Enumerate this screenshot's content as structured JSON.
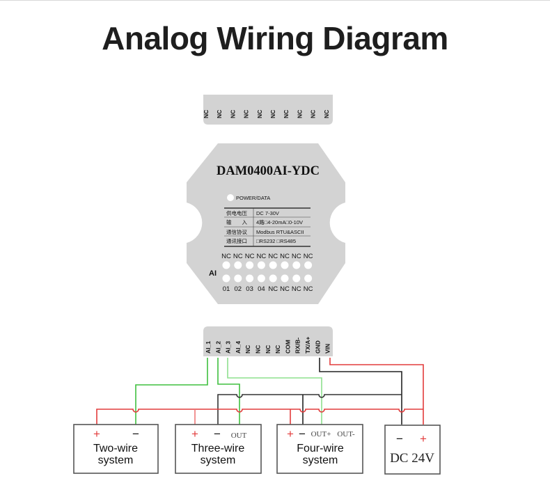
{
  "title": "Analog Wiring Diagram",
  "top_terminal": {
    "labels": [
      "NC",
      "NC",
      "NC",
      "NC",
      "NC",
      "NC",
      "NC",
      "NC",
      "NC",
      "NC"
    ]
  },
  "module": {
    "model": "DAM0400AI-YDC",
    "led_label": "POWER/DATA",
    "spec_table": [
      {
        "key": "供电电压",
        "value": "DC 7-30V"
      },
      {
        "key": "输　　入",
        "value": "4路□4-20mA□0-10V"
      },
      {
        "key": "通信协议",
        "value": "Modbus RTU&ASCII"
      },
      {
        "key": "通讯接口",
        "value": "□RS232 □RS485"
      }
    ],
    "ai_label": "AI",
    "top_pins": [
      "NC",
      "NC",
      "NC",
      "NC",
      "NC",
      "NC",
      "NC",
      "NC"
    ],
    "bottom_pins": [
      "01",
      "02",
      "03",
      "04",
      "NC",
      "NC",
      "NC",
      "NC"
    ]
  },
  "bottom_terminal": {
    "labels": [
      "AI_1",
      "AI_2",
      "AI_3",
      "AI_4",
      "NC",
      "NC",
      "NC",
      "NC",
      "COM",
      "RX/B-",
      "TX/A+",
      "GND",
      "VIN"
    ]
  },
  "devices": [
    {
      "name": "two-wire",
      "line1": "Two-wire",
      "line2": "system",
      "terminals": [
        "+",
        "−"
      ]
    },
    {
      "name": "three-wire",
      "line1": "Three-wire",
      "line2": "system",
      "terminals": [
        "+",
        "−",
        "OUT"
      ]
    },
    {
      "name": "four-wire",
      "line1": "Four-wire",
      "line2": "system",
      "terminals": [
        "+",
        "−",
        "OUT+",
        "OUT-"
      ]
    }
  ],
  "power": {
    "label": "DC 24V",
    "terminals": [
      "−",
      "+"
    ]
  },
  "colors": {
    "wire_red": "#e23b3b",
    "wire_green_dark": "#3fbf3f",
    "wire_green_light": "#8ee08e",
    "wire_black": "#222222",
    "module_gray": "#d3d3d3",
    "title": "#1e1e1e"
  }
}
